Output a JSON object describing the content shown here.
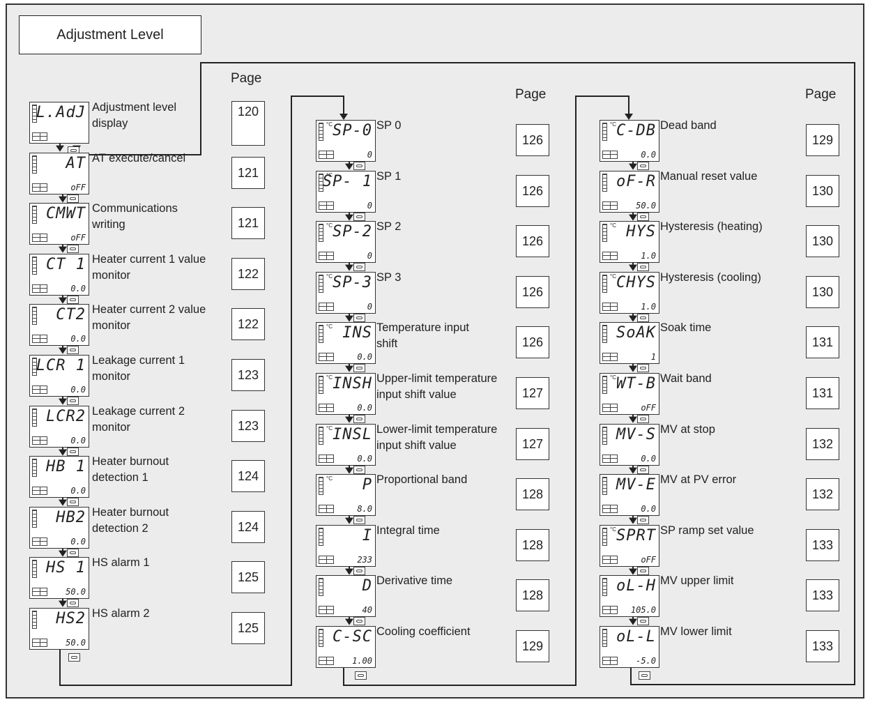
{
  "title": "Adjustment Level",
  "page_header": "Page",
  "columns": [
    {
      "items": [
        {
          "top": "L.AdJ",
          "bottom": "",
          "unit": "",
          "label": "Adjustment level\ndisplay",
          "page": "120"
        },
        {
          "top": "AT",
          "bottom": "oFF",
          "unit": "",
          "label": "AT execute/cancel",
          "page": "121"
        },
        {
          "top": "CMWT",
          "bottom": "oFF",
          "unit": "",
          "label": "Communications\nwriting",
          "page": "121"
        },
        {
          "top": "CT 1",
          "bottom": "0.0",
          "unit": "",
          "label": "Heater current 1 value\nmonitor",
          "page": "122"
        },
        {
          "top": "CT2",
          "bottom": "0.0",
          "unit": "",
          "label": "Heater current 2 value\nmonitor",
          "page": "122"
        },
        {
          "top": "LCR 1",
          "bottom": "0.0",
          "unit": "",
          "label": "Leakage current 1\nmonitor",
          "page": "123"
        },
        {
          "top": "LCR2",
          "bottom": "0.0",
          "unit": "",
          "label": "Leakage current 2\nmonitor",
          "page": "123"
        },
        {
          "top": "HB 1",
          "bottom": "0.0",
          "unit": "",
          "label": "Heater burnout\ndetection 1",
          "page": "124"
        },
        {
          "top": "HB2",
          "bottom": "0.0",
          "unit": "",
          "label": "Heater burnout\ndetection 2",
          "page": "124"
        },
        {
          "top": "HS 1",
          "bottom": "50.0",
          "unit": "",
          "label": "HS alarm 1",
          "page": "125"
        },
        {
          "top": "HS2",
          "bottom": "50.0",
          "unit": "",
          "label": "HS alarm 2",
          "page": "125"
        }
      ]
    },
    {
      "items": [
        {
          "top": "SP-0",
          "bottom": "0",
          "unit": "°C",
          "label": "SP 0",
          "page": "126"
        },
        {
          "top": "SP- 1",
          "bottom": "0",
          "unit": "°C",
          "label": "SP 1",
          "page": "126"
        },
        {
          "top": "SP-2",
          "bottom": "0",
          "unit": "°C",
          "label": "SP 2",
          "page": "126"
        },
        {
          "top": "SP-3",
          "bottom": "0",
          "unit": "°C",
          "label": "SP 3",
          "page": "126"
        },
        {
          "top": "INS",
          "bottom": "0.0",
          "unit": "°C",
          "label": "Temperature input\nshift",
          "page": "126"
        },
        {
          "top": "INSH",
          "bottom": "0.0",
          "unit": "°C",
          "label": "Upper-limit temperature\ninput shift value",
          "page": "127"
        },
        {
          "top": "INSL",
          "bottom": "0.0",
          "unit": "°C",
          "label": "Lower-limit temperature\ninput shift value",
          "page": "127"
        },
        {
          "top": "P",
          "bottom": "8.0",
          "unit": "°C",
          "label": "Proportional band",
          "page": "128"
        },
        {
          "top": "I",
          "bottom": "233",
          "unit": "",
          "label": "Integral time",
          "page": "128"
        },
        {
          "top": "D",
          "bottom": "40",
          "unit": "",
          "label": "Derivative time",
          "page": "128"
        },
        {
          "top": "C-SC",
          "bottom": "1.00",
          "unit": "",
          "label": "Cooling coefficient",
          "page": "129"
        }
      ]
    },
    {
      "items": [
        {
          "top": "C-DB",
          "bottom": "0.0",
          "unit": "°C",
          "label": "Dead band",
          "page": "129"
        },
        {
          "top": "oF-R",
          "bottom": "50.0",
          "unit": "",
          "label": "Manual reset value",
          "page": "130"
        },
        {
          "top": "HYS",
          "bottom": "1.0",
          "unit": "°C",
          "label": "Hysteresis (heating)",
          "page": "130"
        },
        {
          "top": "CHYS",
          "bottom": "1.0",
          "unit": "°C",
          "label": "Hysteresis (cooling)",
          "page": "130"
        },
        {
          "top": "SoAK",
          "bottom": "1",
          "unit": "",
          "label": "Soak time",
          "page": "131"
        },
        {
          "top": "WT-B",
          "bottom": "oFF",
          "unit": "°C",
          "label": "Wait band",
          "page": "131"
        },
        {
          "top": "MV-S",
          "bottom": "0.0",
          "unit": "",
          "label": "MV at stop",
          "page": "132"
        },
        {
          "top": "MV-E",
          "bottom": "0.0",
          "unit": "",
          "label": "MV at PV error",
          "page": "132"
        },
        {
          "top": "SPRT",
          "bottom": "oFF",
          "unit": "°C",
          "label": "SP ramp set value",
          "page": "133"
        },
        {
          "top": "oL-H",
          "bottom": "105.0",
          "unit": "",
          "label": "MV upper limit",
          "page": "133"
        },
        {
          "top": "oL-L",
          "bottom": "-5.0",
          "unit": "",
          "label": "MV lower limit",
          "page": "133"
        }
      ]
    }
  ]
}
